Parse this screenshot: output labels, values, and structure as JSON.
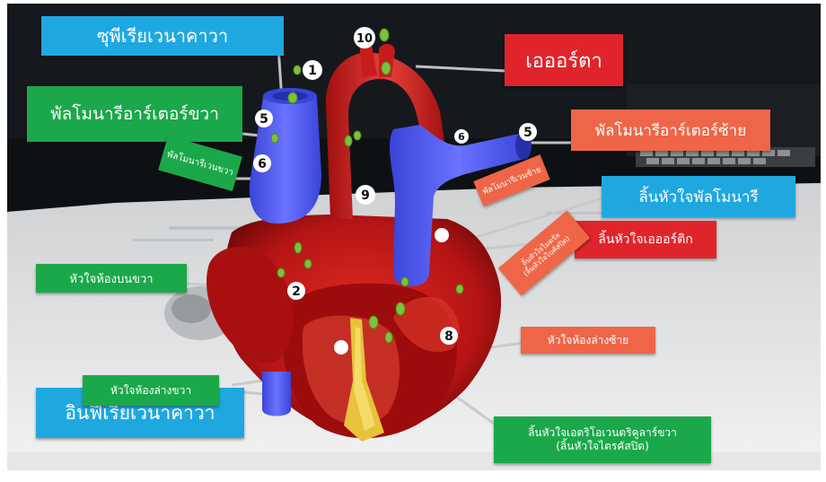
{
  "labels": {
    "superior_vena_cava": "ซุพีเรียเวนาคาวา",
    "aorta": "เอออร์ตา",
    "right_pulmonary_artery": "พัลโมนารีอาร์เตอร์ขวา",
    "left_pulmonary_artery": "พัลโมนารีอาร์เตอร์ซ้าย",
    "right_pulmonary_vein": "พัลโมนารีเวนขวา",
    "left_pulmonary_vein": "พัลโมนารีเวนซ้าย",
    "pulmonary_valve": "ลิ้นหัวใจพัลโมนารี",
    "aortic_valve": "ลิ้นหัวใจเอออร์ติก",
    "mitral_valve_line1": "ลิ้นหัวใจไมตรัล",
    "mitral_valve_line2": "(ลิ้นหัวใจไบคัสปิด)",
    "right_atrium": "หัวใจห้องบนขวา",
    "left_ventricle": "หัวใจห้องล่างซ้าย",
    "right_ventricle": "หัวใจห้องล่างขวา",
    "inferior_vena_cava": "อินฟีเรียเวนาคาวา",
    "tricuspid_valve_line1": "ลิ้นหัวใจเอตริโอเวนตริคูลาร์ขวา",
    "tricuspid_valve_line2": "(ลิ้นหัวใจไตรคัสปิด)"
  },
  "markers": [
    "1",
    "2",
    "5",
    "6",
    "8",
    "9",
    "10"
  ],
  "colors": {
    "blue_label": "#1fa8e0",
    "green_label": "#1ba84a",
    "red_label": "#e0242c",
    "orange_label": "#ee6647",
    "heart_muscle": "#c81818",
    "vessels_blue": "#5a63f0"
  }
}
